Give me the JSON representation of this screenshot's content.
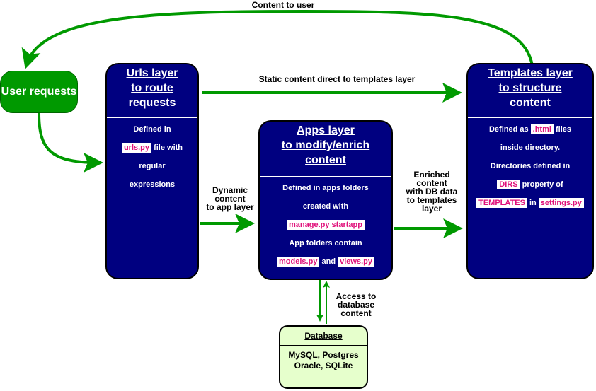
{
  "labels": {
    "content_to_user": "Content to user",
    "static_content": "Static content direct to templates layer",
    "dynamic": [
      "Dynamic",
      "content",
      "to app layer"
    ],
    "enriched": [
      "Enriched",
      "content",
      "with DB data",
      "to templates",
      "layer"
    ],
    "access": [
      "Access to",
      "database",
      "content"
    ]
  },
  "user_requests": "User requests",
  "urls_box": {
    "title": [
      "Urls layer",
      "to route",
      "requests"
    ],
    "line1": "Defined in",
    "file_code": "urls.py",
    "file_suffix": " file with",
    "line3": "regular",
    "line4": "expressions"
  },
  "apps_box": {
    "title": [
      "Apps layer",
      "to modify/enrich",
      "content"
    ],
    "line1": "Defined in apps folders",
    "line2": "created with",
    "cmd_code": "manage.py startapp",
    "line4": "App folders contain",
    "models_code": "models.py",
    "and_text": " and ",
    "views_code": "views.py"
  },
  "templates_box": {
    "title": [
      "Templates layer",
      "to structure",
      "content"
    ],
    "line1_prefix": "Defined as ",
    "html_code": ".html",
    "line1_suffix": " files",
    "line2": "inside directory.",
    "line3": "Directories  defined in",
    "dirs_code": "DIRS",
    "line4_suffix": " property of",
    "templates_code": "TEMPLATES",
    "in_text": " in ",
    "settings_code": "settings.py"
  },
  "database": {
    "title": "Database",
    "line1": "MySQL, Postgres",
    "line2": "Oracle, SQLite"
  },
  "colors": {
    "box": "#000080",
    "arrow": "#009900",
    "user": "#009900",
    "db": "#e6ffcc",
    "code_text": "#e0107a"
  }
}
